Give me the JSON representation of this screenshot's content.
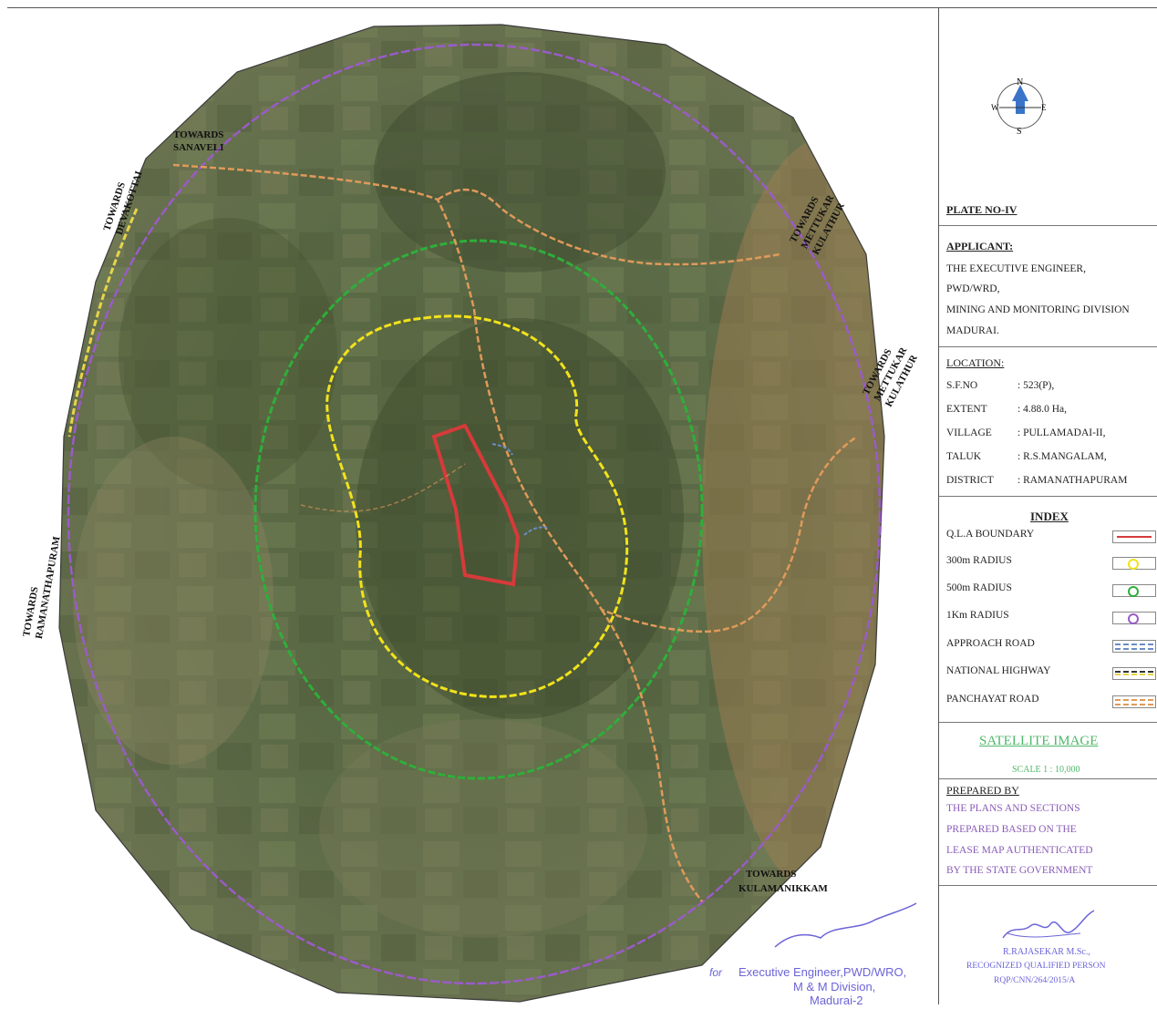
{
  "map": {
    "labels": {
      "sanaveli": [
        "TOWARDS",
        "SANAVELI"
      ],
      "devakottai": [
        "TOWARDS",
        "DEVAKOTTAI"
      ],
      "mettukar_north": [
        "TOWARDS",
        "METTUKAR",
        "KULATHUR"
      ],
      "mettukar_east": [
        "TOWARDS",
        "METTUKAR",
        "KULATHUR"
      ],
      "ramanathapuram": [
        "TOWARDS",
        "RAMANATHAPURAM"
      ],
      "kulamanikkam": [
        "TOWARDS",
        "KULAMANIKKAM"
      ]
    },
    "colors": {
      "satellite": "#5e6b48",
      "qla_boundary": "#d63a3a",
      "radius_300m": "#f2e21b",
      "radius_500m": "#2fae3a",
      "radius_1km": "#9a5bc8",
      "panchayat_road": "#e09a5a",
      "national_highway": "#e8d44a"
    }
  },
  "compass": {
    "n": "N",
    "s": "S",
    "e": "E",
    "w": "W"
  },
  "panel": {
    "plate": "PLATE NO-IV",
    "applicant_heading": "APPLICANT:",
    "applicant_lines": [
      "THE EXECUTIVE ENGINEER,",
      "PWD/WRD,",
      "MINING AND MONITORING DIVISION",
      "MADURAI."
    ],
    "location_heading": "LOCATION:",
    "location": [
      {
        "key": "S.F.NO",
        "value": ": 523(P),"
      },
      {
        "key": "EXTENT",
        "value": ": 4.88.0 Ha,"
      },
      {
        "key": "VILLAGE",
        "value": ": PULLAMADAI-II,"
      },
      {
        "key": "TALUK",
        "value": ": R.S.MANGALAM,"
      },
      {
        "key": "DISTRICT",
        "value": ": RAMANATHAPURAM"
      }
    ],
    "index_heading": "INDEX",
    "legend": [
      {
        "label": "Q.L.A BOUNDARY",
        "color": "#d63a3a",
        "icon": "red-line"
      },
      {
        "label": "300m RADIUS",
        "color": "#f2e21b",
        "icon": "yellow-ring"
      },
      {
        "label": "500m RADIUS",
        "color": "#2fae3a",
        "icon": "green-ring"
      },
      {
        "label": "1Km RADIUS",
        "color": "#9a5bc8",
        "icon": "purple-ring"
      },
      {
        "label": "APPROACH ROAD",
        "color": "#6a8cc8",
        "icon": "blue-dash"
      },
      {
        "label": "NATIONAL HIGHWAY",
        "color": "#e8d44a",
        "icon": "yellow-dash"
      },
      {
        "label": "PANCHAYAT ROAD",
        "color": "#e09a5a",
        "icon": "orange-dash"
      }
    ],
    "image_title": "SATELLITE IMAGE",
    "scale": "SCALE  1 : 10,000",
    "prepared_heading": "PREPARED BY",
    "prepared_lines": [
      "THE  PLANS  AND  SECTIONS",
      "PREPARED   BASED   ON   THE",
      "LEASE  MAP  AUTHENTICATED",
      "BY THE STATE GOVERNMENT"
    ],
    "signer": [
      "R.RAJASEKAR M.Sc.,",
      "RECOGNIZED QUALIFIED PERSON",
      "RQP/CNN/264/2015/A"
    ]
  },
  "stamp": {
    "prefix": "for",
    "lines": [
      "Executive Engineer,PWD/WRO,",
      "M & M Division,",
      "Madurai-2"
    ],
    "color": "#6b64d8"
  }
}
